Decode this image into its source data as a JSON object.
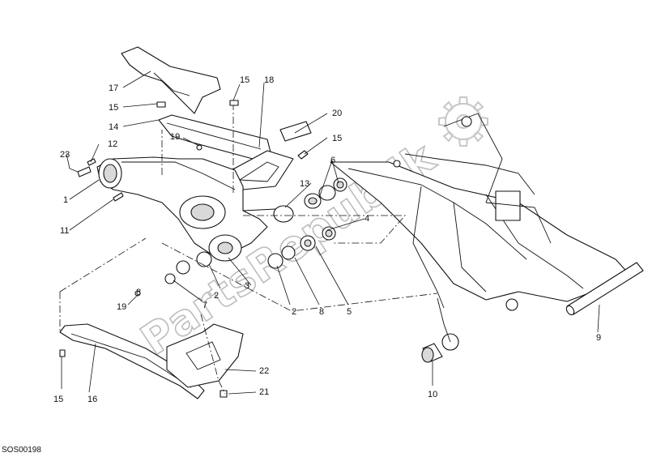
{
  "diagram": {
    "callouts": [
      "17",
      "15",
      "14",
      "19",
      "23",
      "12",
      "1",
      "11",
      "15",
      "18",
      "20",
      "15",
      "6",
      "13",
      "4",
      "3",
      "2",
      "7",
      "8",
      "2",
      "8",
      "5",
      "19",
      "15",
      "16",
      "22",
      "21",
      "9",
      "10"
    ],
    "drawing_code": "SOS00198",
    "watermark": "PartsRepublik"
  }
}
